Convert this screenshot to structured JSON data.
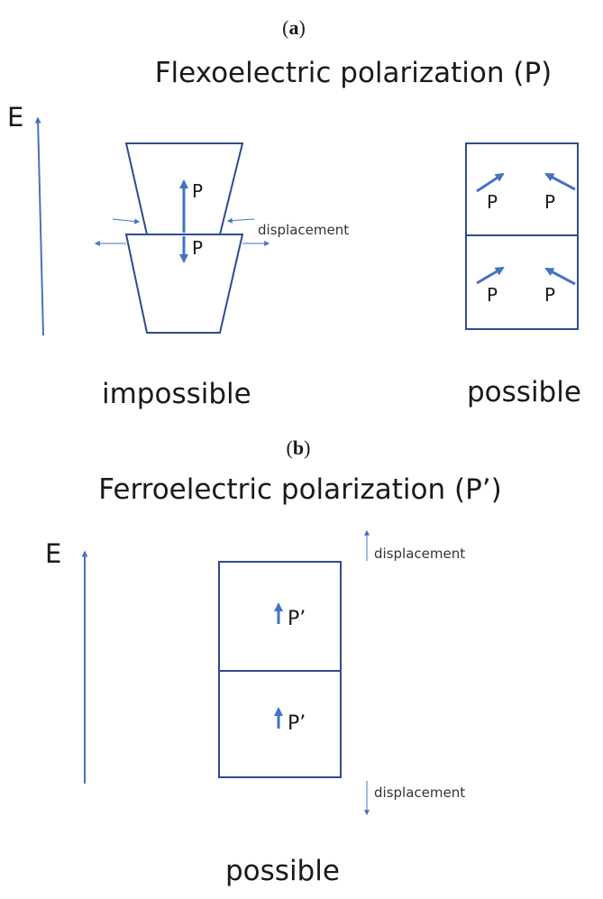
{
  "panel_a": {
    "label_open": "(",
    "label_letter": "a",
    "label_close": ")",
    "title": "Flexoelectric polarization (P)",
    "field_label": "E",
    "left_top_polarization": "P",
    "left_bottom_polarization": "P",
    "displacement_label": "displacement",
    "left_caption": "impossible",
    "right_polarizations": [
      "P",
      "P",
      "P",
      "P"
    ],
    "right_caption": "possible"
  },
  "panel_b": {
    "label_open": "(",
    "label_letter": "b",
    "label_close": ")",
    "title": "Ferroelectric polarization (P’)",
    "field_label": "E",
    "top_polarization": "P’",
    "bottom_polarization": "P’",
    "displacement_top_label": "displacement",
    "displacement_bottom_label": "displacement",
    "caption": "possible"
  },
  "colors": {
    "outline": "#2f4b8c",
    "arrow": "#4472c4",
    "text": "#1a1a1a"
  }
}
